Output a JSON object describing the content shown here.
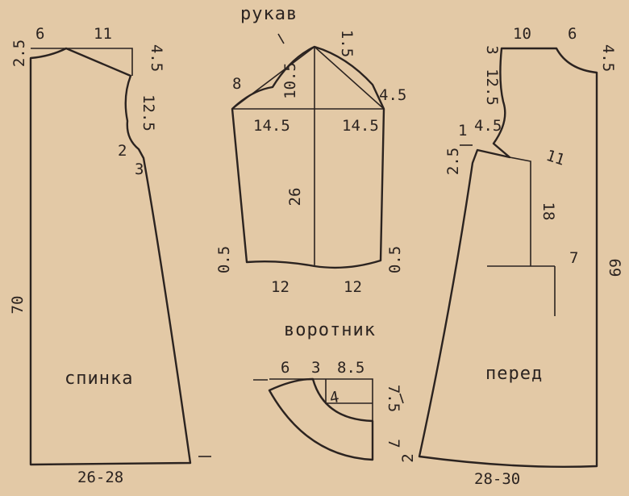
{
  "titles": {
    "sleeve": "рукав",
    "collar": "воротник",
    "back": "спинка",
    "front": "перед"
  },
  "back_piece": {
    "neck_width": "6",
    "shoulder_width": "11",
    "neck_drop": "2.5",
    "shoulder_drop": "4.5",
    "armhole_depth": "12.5",
    "armhole_offset": "2",
    "side_step": "3",
    "length": "70",
    "hem_width": "26-28"
  },
  "sleeve": {
    "cap_left": "8",
    "cap_right": "4.5",
    "cap_top": "1.5",
    "cap_height": "10.5",
    "half_width_left": "14.5",
    "half_width_right": "14.5",
    "length": "26",
    "hem_left_drop": "0.5",
    "hem_right_drop": "0.5",
    "hem_left": "12",
    "hem_right": "12"
  },
  "front_piece": {
    "shoulder_width": "10",
    "neck_width": "6",
    "shoulder_drop": "3",
    "neck_drop": "4.5",
    "armhole_depth": "12.5",
    "armhole_offset": "4.5",
    "dart_depth": "2.5",
    "dart_mark": "1",
    "dart_width": "11",
    "placket_length": "18",
    "placket_width": "7",
    "length": "69",
    "hem_rise": "2",
    "hem_width": "28-30"
  },
  "collar": {
    "w1": "6",
    "w2": "3",
    "w3": "8.5",
    "inner": "4",
    "h1": "7.5",
    "h2": "7"
  }
}
